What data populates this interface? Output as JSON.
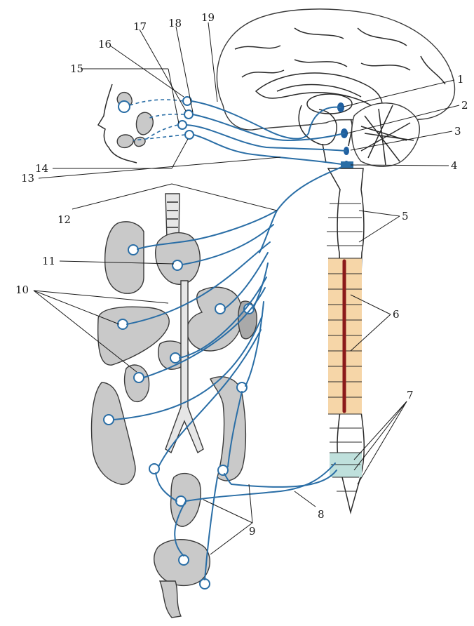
{
  "labels": {
    "l1": "1",
    "l2": "2",
    "l3": "3",
    "l4": "4",
    "l5": "5",
    "l6": "6",
    "l7": "7",
    "l8": "8",
    "l9": "9",
    "l10": "10",
    "l11": "11",
    "l12": "12",
    "l13": "13",
    "l14": "14",
    "l15": "15",
    "l16": "16",
    "l17": "17",
    "l18": "18",
    "l19": "19"
  },
  "colors": {
    "nerve": "#2a6ea6",
    "nucleus": "#1f5fa0",
    "thoracolumbar_segment": "#f6d6a8",
    "thoracolumbar_line": "#8b1a1a",
    "sacral_segment": "#bfe0dc",
    "organ": "#c9c9c9"
  }
}
